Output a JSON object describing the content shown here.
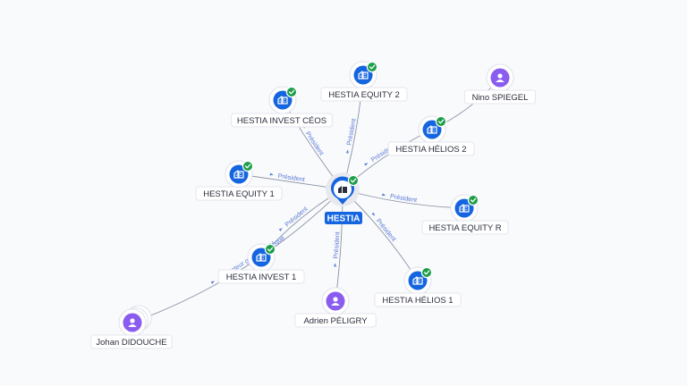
{
  "center": {
    "id": "hestia",
    "label": "HESTIA"
  },
  "nodes": [
    {
      "id": "equity2",
      "label": "HESTIA EQUITY 2",
      "type": "company",
      "verified": true
    },
    {
      "id": "ceos",
      "label": "HESTIA INVEST CÉOS",
      "type": "company",
      "verified": true
    },
    {
      "id": "nino",
      "label": "Nino SPIEGEL",
      "type": "person",
      "verified": false
    },
    {
      "id": "helios2",
      "label": "HESTIA HÉLIOS 2",
      "type": "company",
      "verified": true
    },
    {
      "id": "equity1",
      "label": "HESTIA EQUITY 1",
      "type": "company",
      "verified": true
    },
    {
      "id": "equityr",
      "label": "HESTIA EQUITY R",
      "type": "company",
      "verified": true
    },
    {
      "id": "invest1",
      "label": "HESTIA INVEST 1",
      "type": "company",
      "verified": true
    },
    {
      "id": "helios1",
      "label": "HESTIA HÉLIOS 1",
      "type": "company",
      "verified": true
    },
    {
      "id": "adrien",
      "label": "Adrien PÉLIGRY",
      "type": "person",
      "verified": false
    },
    {
      "id": "johan",
      "label": "Johan DIDOUCHE",
      "type": "person",
      "verified": false
    }
  ],
  "edges": [
    {
      "from": "hestia",
      "to": "equity2",
      "label": "Président"
    },
    {
      "from": "hestia",
      "to": "ceos",
      "label": "Président"
    },
    {
      "from": "hestia",
      "to": "helios2",
      "label": "Président"
    },
    {
      "from": "hestia",
      "to": "equity1",
      "label": "Président"
    },
    {
      "from": "hestia",
      "to": "equityr",
      "label": "Président"
    },
    {
      "from": "hestia",
      "to": "invest1",
      "label": "Président"
    },
    {
      "from": "hestia",
      "to": "helios1",
      "label": "Président"
    },
    {
      "from": "hestia",
      "to": "adrien",
      "label": "Président"
    },
    {
      "from": "helios2",
      "to": "nino",
      "label": ""
    },
    {
      "from": "hestia",
      "to": "johan",
      "label": "Directeur général délégué"
    }
  ],
  "colors": {
    "company_icon": "#1565e0",
    "person_icon": "#8a5cf0",
    "verified_badge": "#1e9e4a",
    "center_label_bg": "#1565e0",
    "edge": "#8a93a6",
    "edge_label": "#5b7bd6"
  },
  "icons": {
    "company": "building-icon",
    "person": "person-icon",
    "verified": "check-badge-icon"
  }
}
